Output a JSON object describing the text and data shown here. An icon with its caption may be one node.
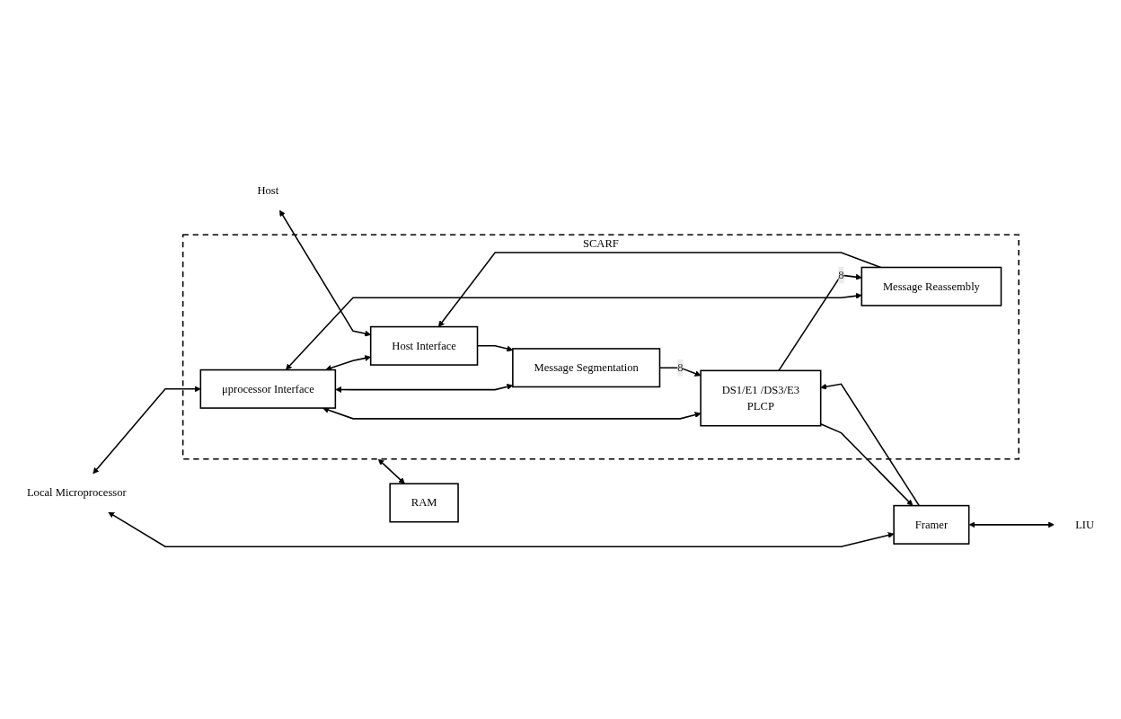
{
  "diagram": {
    "nodes": [
      {
        "text": [
          "Local Microprocessor"
        ]
      },
      {
        "text": [
          "SCARF"
        ]
      },
      {
        "text": [
          "μprocessor Interface"
        ],
        "in": 1
      },
      {
        "text": [
          "Message Segmentation"
        ],
        "in": 1
      },
      {
        "text": [
          "Host Interface"
        ],
        "in": 1
      },
      {
        "text": [
          "DS1/E1 /DS3/E3",
          "PLCP"
        ],
        "in": 1
      },
      {
        "text": [
          "Message Reassembly"
        ],
        "in": 1
      },
      {
        "text": [
          "Host"
        ]
      },
      {
        "text": [
          "Framer"
        ]
      },
      {
        "text": [
          "LIU"
        ]
      },
      {
        "text": [
          "RAM"
        ]
      }
    ],
    "edges": [
      {
        "from": 0,
        "to": 2,
        "arrow": "both"
      },
      {
        "from": 0,
        "to": 8,
        "arrow": "both"
      },
      {
        "from": 2,
        "to": 4,
        "arrow": "both"
      },
      {
        "from": 2,
        "to": 5,
        "arrow": "both"
      },
      {
        "from": 2,
        "to": 3,
        "arrow": "both"
      },
      {
        "from": 2,
        "to": 6,
        "arrow": "both"
      },
      {
        "from": 4,
        "to": 3,
        "arrow": "to"
      },
      {
        "from": 6,
        "to": 4,
        "arrow": "to"
      },
      {
        "from": 3,
        "to": 5,
        "arrow": "to",
        "label": "8"
      },
      {
        "from": 5,
        "to": 6,
        "arrow": "to",
        "label": "8"
      },
      {
        "from": 5,
        "to": 8,
        "arrow": "to"
      },
      {
        "from": 8,
        "to": 5,
        "arrow": "to"
      },
      {
        "from": 7,
        "to": 4,
        "arrow": "both"
      },
      {
        "from": 8,
        "to": 9,
        "arrow": "both"
      },
      {
        "from": 1,
        "to": 10,
        "arrow": "both"
      }
    ]
  }
}
